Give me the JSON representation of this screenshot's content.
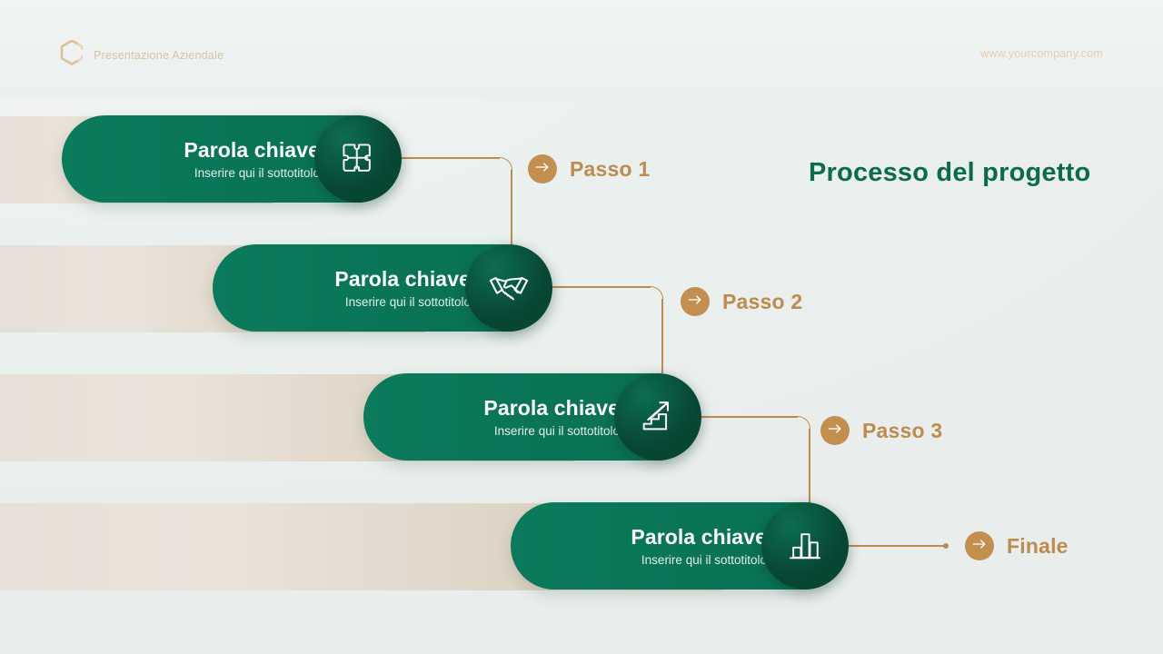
{
  "header": {
    "brand_name": "Presentazione Aziendale",
    "logo_icon": "hexagon-c-logo-icon",
    "site_url": "www.yourcompany.com"
  },
  "main": {
    "title": "Processo del progetto"
  },
  "theme": {
    "background": "#eef2f1",
    "green": "#0a7356",
    "green_dark": "#084634",
    "gold": "#c28f50",
    "gold_text": "#bd8b4f",
    "stripe": "#e3dcd3",
    "white": "#ffffff"
  },
  "cards": [
    {
      "title": "Parola chiave",
      "subtitle": "Inserire qui il sottotitolo",
      "icon": "puzzle-piece-icon"
    },
    {
      "title": "Parola chiave",
      "subtitle": "Inserire qui il sottotitolo",
      "icon": "handshake-icon"
    },
    {
      "title": "Parola chiave",
      "subtitle": "Inserire qui il sottotitolo",
      "icon": "stairs-growth-arrow-icon"
    },
    {
      "title": "Parola chiave",
      "subtitle": "Inserire qui il sottotitolo",
      "icon": "bar-chart-icon"
    }
  ],
  "steps": [
    {
      "label": "Passo 1",
      "icon": "arrow-right-icon"
    },
    {
      "label": "Passo 2",
      "icon": "arrow-right-icon"
    },
    {
      "label": "Passo 3",
      "icon": "arrow-right-icon"
    },
    {
      "label": "Finale",
      "icon": "arrow-right-icon"
    }
  ]
}
